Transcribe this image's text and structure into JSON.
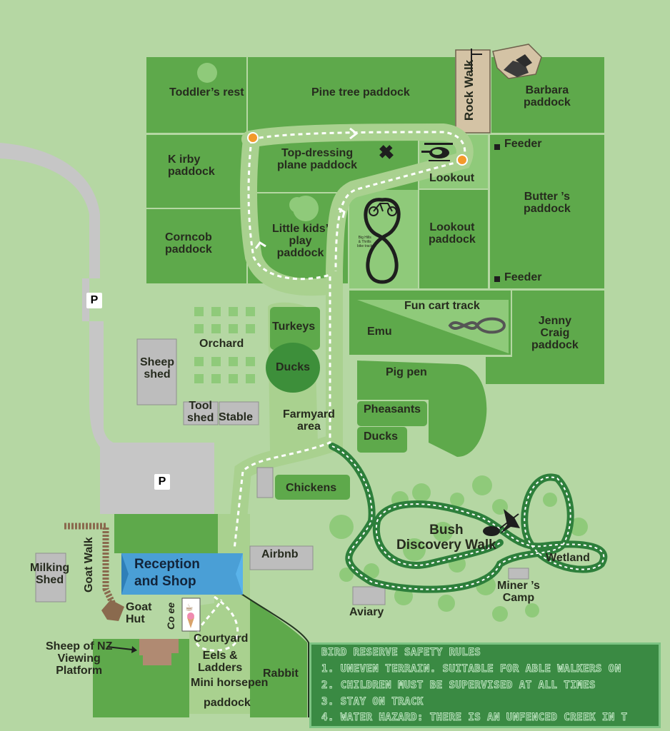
{
  "map": {
    "colors": {
      "background": "#b5d7a3",
      "paddock": "#5ea94b",
      "paddock_light": "#8fca7a",
      "path": "#a9d18f",
      "road": "#c6c6c6",
      "bush_track": "#2d7f3b",
      "reception": "#5ab3ea",
      "rules_panel": "#3a8a43"
    },
    "paddocks": {
      "toddlers_rest": "Toddler’s rest",
      "pine_tree": "Pine tree paddock",
      "rock_walk": "Rock Walk",
      "barbara": [
        "Barbara",
        "paddock"
      ],
      "kirby": [
        "K irby",
        "paddock"
      ],
      "top_dressing": [
        "Top-dressing",
        "plane paddock"
      ],
      "lookout_top": "Lookout",
      "butter": [
        "Butter ’s",
        "paddock"
      ],
      "corncob": [
        "Corncob",
        "paddock"
      ],
      "little_kids": [
        "Little kids’",
        "play",
        "paddock"
      ],
      "lookout_paddock": [
        "Lookout",
        "paddock"
      ],
      "jenny_craig": [
        "Jenny",
        "Craig",
        "paddock"
      ],
      "fun_cart": "Fun cart track",
      "emu": "Emu",
      "feeder_1": "Feeder",
      "feeder_2": "Feeder",
      "bike_track": [
        "Big Hills",
        "& Thrills",
        "bike track"
      ]
    },
    "areas": {
      "orchard": "Orchard",
      "turkeys": "Turkeys",
      "ducks_1": "Ducks",
      "pig_pen": "Pig pen",
      "pheasants": "Pheasants",
      "ducks_2": "Ducks",
      "farmyard": [
        "Farmyard",
        "area"
      ],
      "chickens": "Chickens",
      "sheep_shed": [
        "Sheep",
        "shed"
      ],
      "tool_shed": [
        "Tool",
        "shed"
      ],
      "stable": "Stable",
      "parking": "P",
      "airbnb": "Airbnb",
      "aviary": "Aviary",
      "bush_walk": [
        "Bush",
        "Discovery Walk"
      ],
      "wetland": "Wetland",
      "miners_camp": [
        "Miner ’s",
        "Camp"
      ],
      "reception": [
        "Reception",
        "and Shop"
      ],
      "goat_walk": "Goat Walk",
      "milking_shed": [
        "Milking",
        "Shed"
      ],
      "goat_hut": [
        "Goat",
        "Hut"
      ],
      "coee": "Co ee",
      "sheep_viewing": [
        "Sheep of NZ",
        "Viewing",
        "Platform"
      ],
      "courtyard": "Courtyard",
      "eels": [
        "Eels &",
        "Ladders"
      ],
      "mini_horse": [
        "Mini horsepen",
        "paddock"
      ],
      "rabbit": "Rabbit"
    },
    "icons": [
      "plane-icon",
      "helicopter-icon",
      "bicycle-icon",
      "restroom-icon",
      "coffee-icon",
      "ice-cream-icon",
      "fantail-bird-icon",
      "rock-icon"
    ],
    "safety_rules": {
      "title": "BIRD RESERVE SAFETY RULES",
      "items": [
        "1. UNEVEN TERRAIN. SUITABLE FOR ABLE WALKERS ON",
        "2. CHILDREN MUST BE SUPERVISED AT ALL TIMES",
        "3. STAY ON TRACK",
        "4. WATER HAZARD: THERE IS AN UNFENCED CREEK IN T"
      ]
    }
  }
}
